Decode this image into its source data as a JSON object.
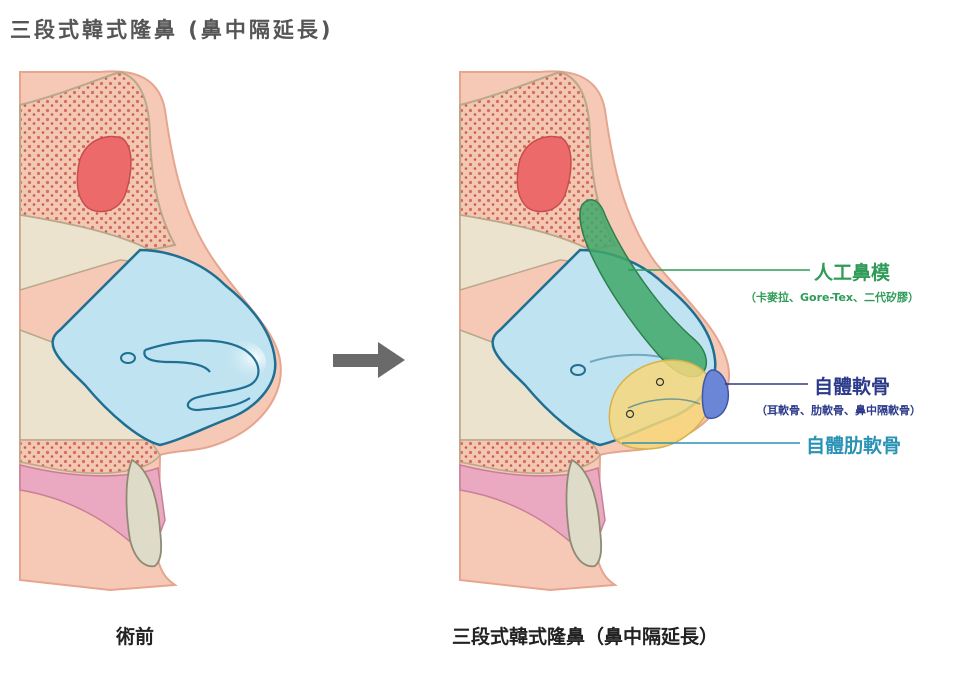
{
  "title": "三段式韓式隆鼻 (鼻中隔延長)",
  "captions": {
    "before": "術前",
    "after": "三段式韓式隆鼻（鼻中隔延長）"
  },
  "labels": [
    {
      "name": "人工鼻模",
      "sub": "（卡麥拉、Gore-Tex、二代矽膠）",
      "color": "#2e9b57"
    },
    {
      "name": "自體軟骨",
      "sub": "（耳軟骨、肋軟骨、鼻中隔軟骨）",
      "color": "#2b3a8a"
    },
    {
      "name": "自體肋軟骨",
      "sub": "",
      "color": "#2a93b5"
    }
  ],
  "colors": {
    "skin": "#f6c9b6",
    "skin_edge": "#e6a58e",
    "bone": "#ece3cf",
    "marrow": "#f0b5a0",
    "sinus": "#ec6a6a",
    "cavity": "#bfe3f0",
    "cavity_edge": "#1f6f93",
    "implant": "#3fa86a",
    "cartilage_yellow": "#f7d77a",
    "cartilage_blue": "#6b86d6"
  }
}
